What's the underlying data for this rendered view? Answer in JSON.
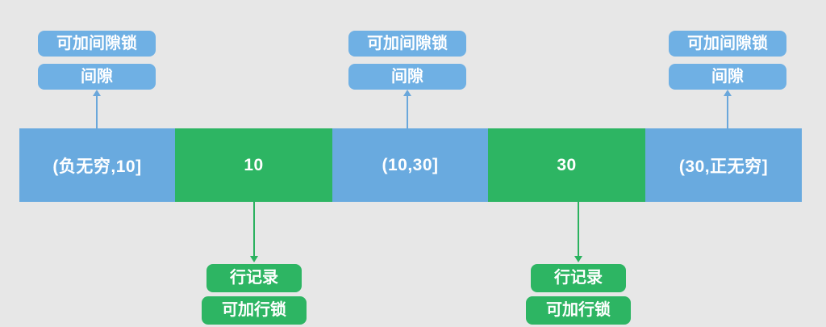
{
  "colors": {
    "background": "#E7E7E7",
    "segment_blue": "#69AADF",
    "callout_blue": "#6FB0E4",
    "green": "#2DB563",
    "arrow_blue": "#6AA7DB",
    "arrow_green": "#2BB25F",
    "text": "#FFFFFF"
  },
  "bar": {
    "segments": [
      {
        "label": "(负无穷,10]",
        "type": "gap"
      },
      {
        "label": "10",
        "type": "row"
      },
      {
        "label": "(10,30]",
        "type": "gap"
      },
      {
        "label": "30",
        "type": "row"
      },
      {
        "label": "(30,正无穷]",
        "type": "gap"
      }
    ]
  },
  "gap_callouts": [
    {
      "lock": "可加间隙锁",
      "gap": "间隙"
    },
    {
      "lock": "可加间隙锁",
      "gap": "间隙"
    },
    {
      "lock": "可加间隙锁",
      "gap": "间隙"
    }
  ],
  "row_callouts": [
    {
      "record": "行记录",
      "lock": "可加行锁"
    },
    {
      "record": "行记录",
      "lock": "可加行锁"
    }
  ]
}
